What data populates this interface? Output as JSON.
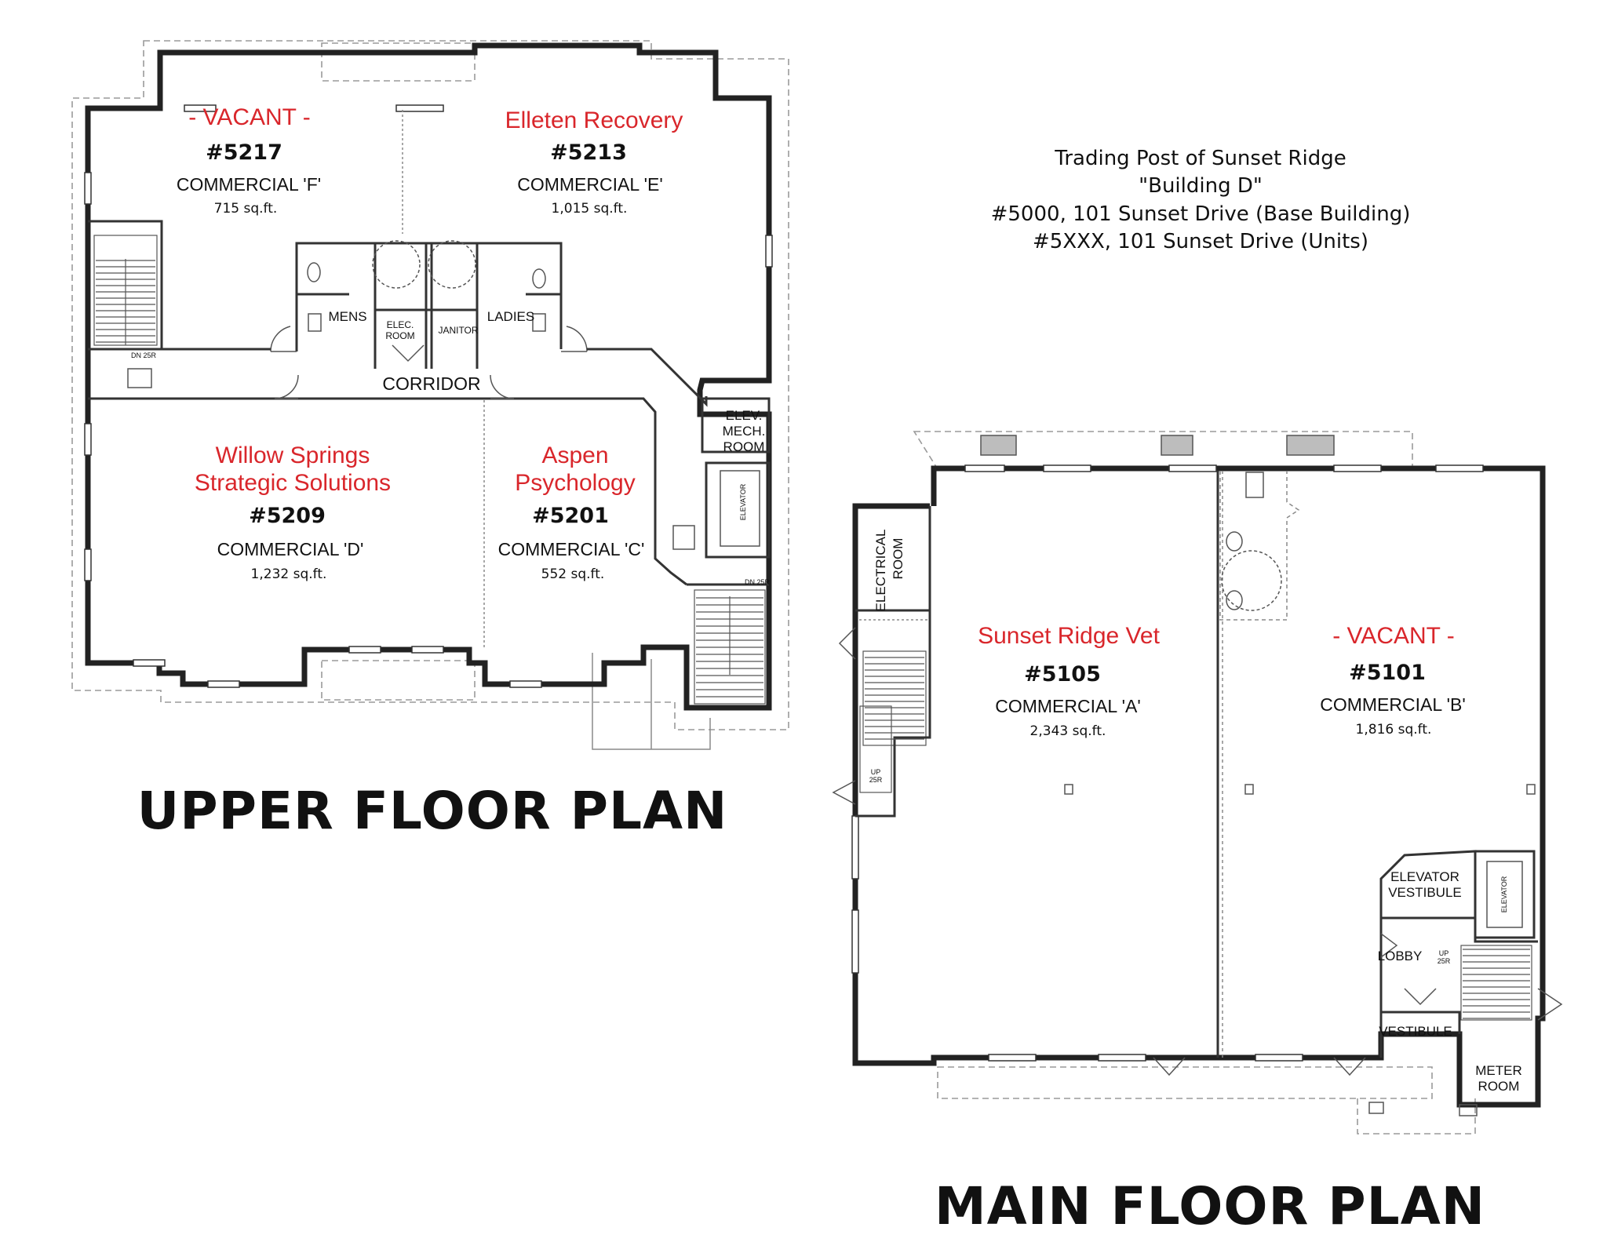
{
  "header": {
    "line1": "Trading Post of Sunset Ridge",
    "line2": "\"Building D\"",
    "line3": "#5000, 101 Sunset Drive (Base Building)",
    "line4": "#5XXX, 101 Sunset Drive (Units)"
  },
  "upper_floor": {
    "title": "UPPER FLOOR PLAN",
    "units": {
      "f": {
        "tenant": "- VACANT -",
        "number": "#5217",
        "type": "COMMERCIAL 'F'",
        "area": "715 sq.ft."
      },
      "e": {
        "tenant": "Elleten Recovery",
        "number": "#5213",
        "type": "COMMERCIAL 'E'",
        "area": "1,015 sq.ft."
      },
      "d": {
        "tenant_line1": "Willow Springs",
        "tenant_line2": "Strategic Solutions",
        "number": "#5209",
        "type": "COMMERCIAL 'D'",
        "area": "1,232 sq.ft."
      },
      "c": {
        "tenant_line1": "Aspen",
        "tenant_line2": "Psychology",
        "number": "#5201",
        "type": "COMMERCIAL 'C'",
        "area": "552 sq.ft."
      }
    },
    "rooms": {
      "mens": "MENS",
      "ladies": "LADIES",
      "elec_line1": "ELEC.",
      "elec_line2": "ROOM",
      "janitor": "JANITOR",
      "corridor": "CORRIDOR",
      "elev_mech_line1": "ELEV.",
      "elev_mech_line2": "MECH.",
      "elev_mech_line3": "ROOM",
      "elevator": "ELEVATOR",
      "stair_left": "DN 25R",
      "stair_right": "DN 25R"
    }
  },
  "main_floor": {
    "title": "MAIN FLOOR PLAN",
    "units": {
      "a": {
        "tenant": "Sunset Ridge Vet",
        "number": "#5105",
        "type": "COMMERCIAL 'A'",
        "area": "2,343 sq.ft."
      },
      "b": {
        "tenant": "- VACANT -",
        "number": "#5101",
        "type": "COMMERCIAL 'B'",
        "area": "1,816 sq.ft."
      }
    },
    "rooms": {
      "electrical_line1": "ELECTRICAL",
      "electrical_line2": "ROOM",
      "elev_vest_line1": "ELEVATOR",
      "elev_vest_line2": "VESTIBULE",
      "elevator": "ELEVATOR",
      "lobby": "LOBBY",
      "up_line1": "UP",
      "up_line2": "25R",
      "vestibule": "VESTIBULE",
      "meter_line1": "METER",
      "meter_line2": "ROOM",
      "stair_up_line1": "UP",
      "stair_up_line2": "25R"
    }
  }
}
